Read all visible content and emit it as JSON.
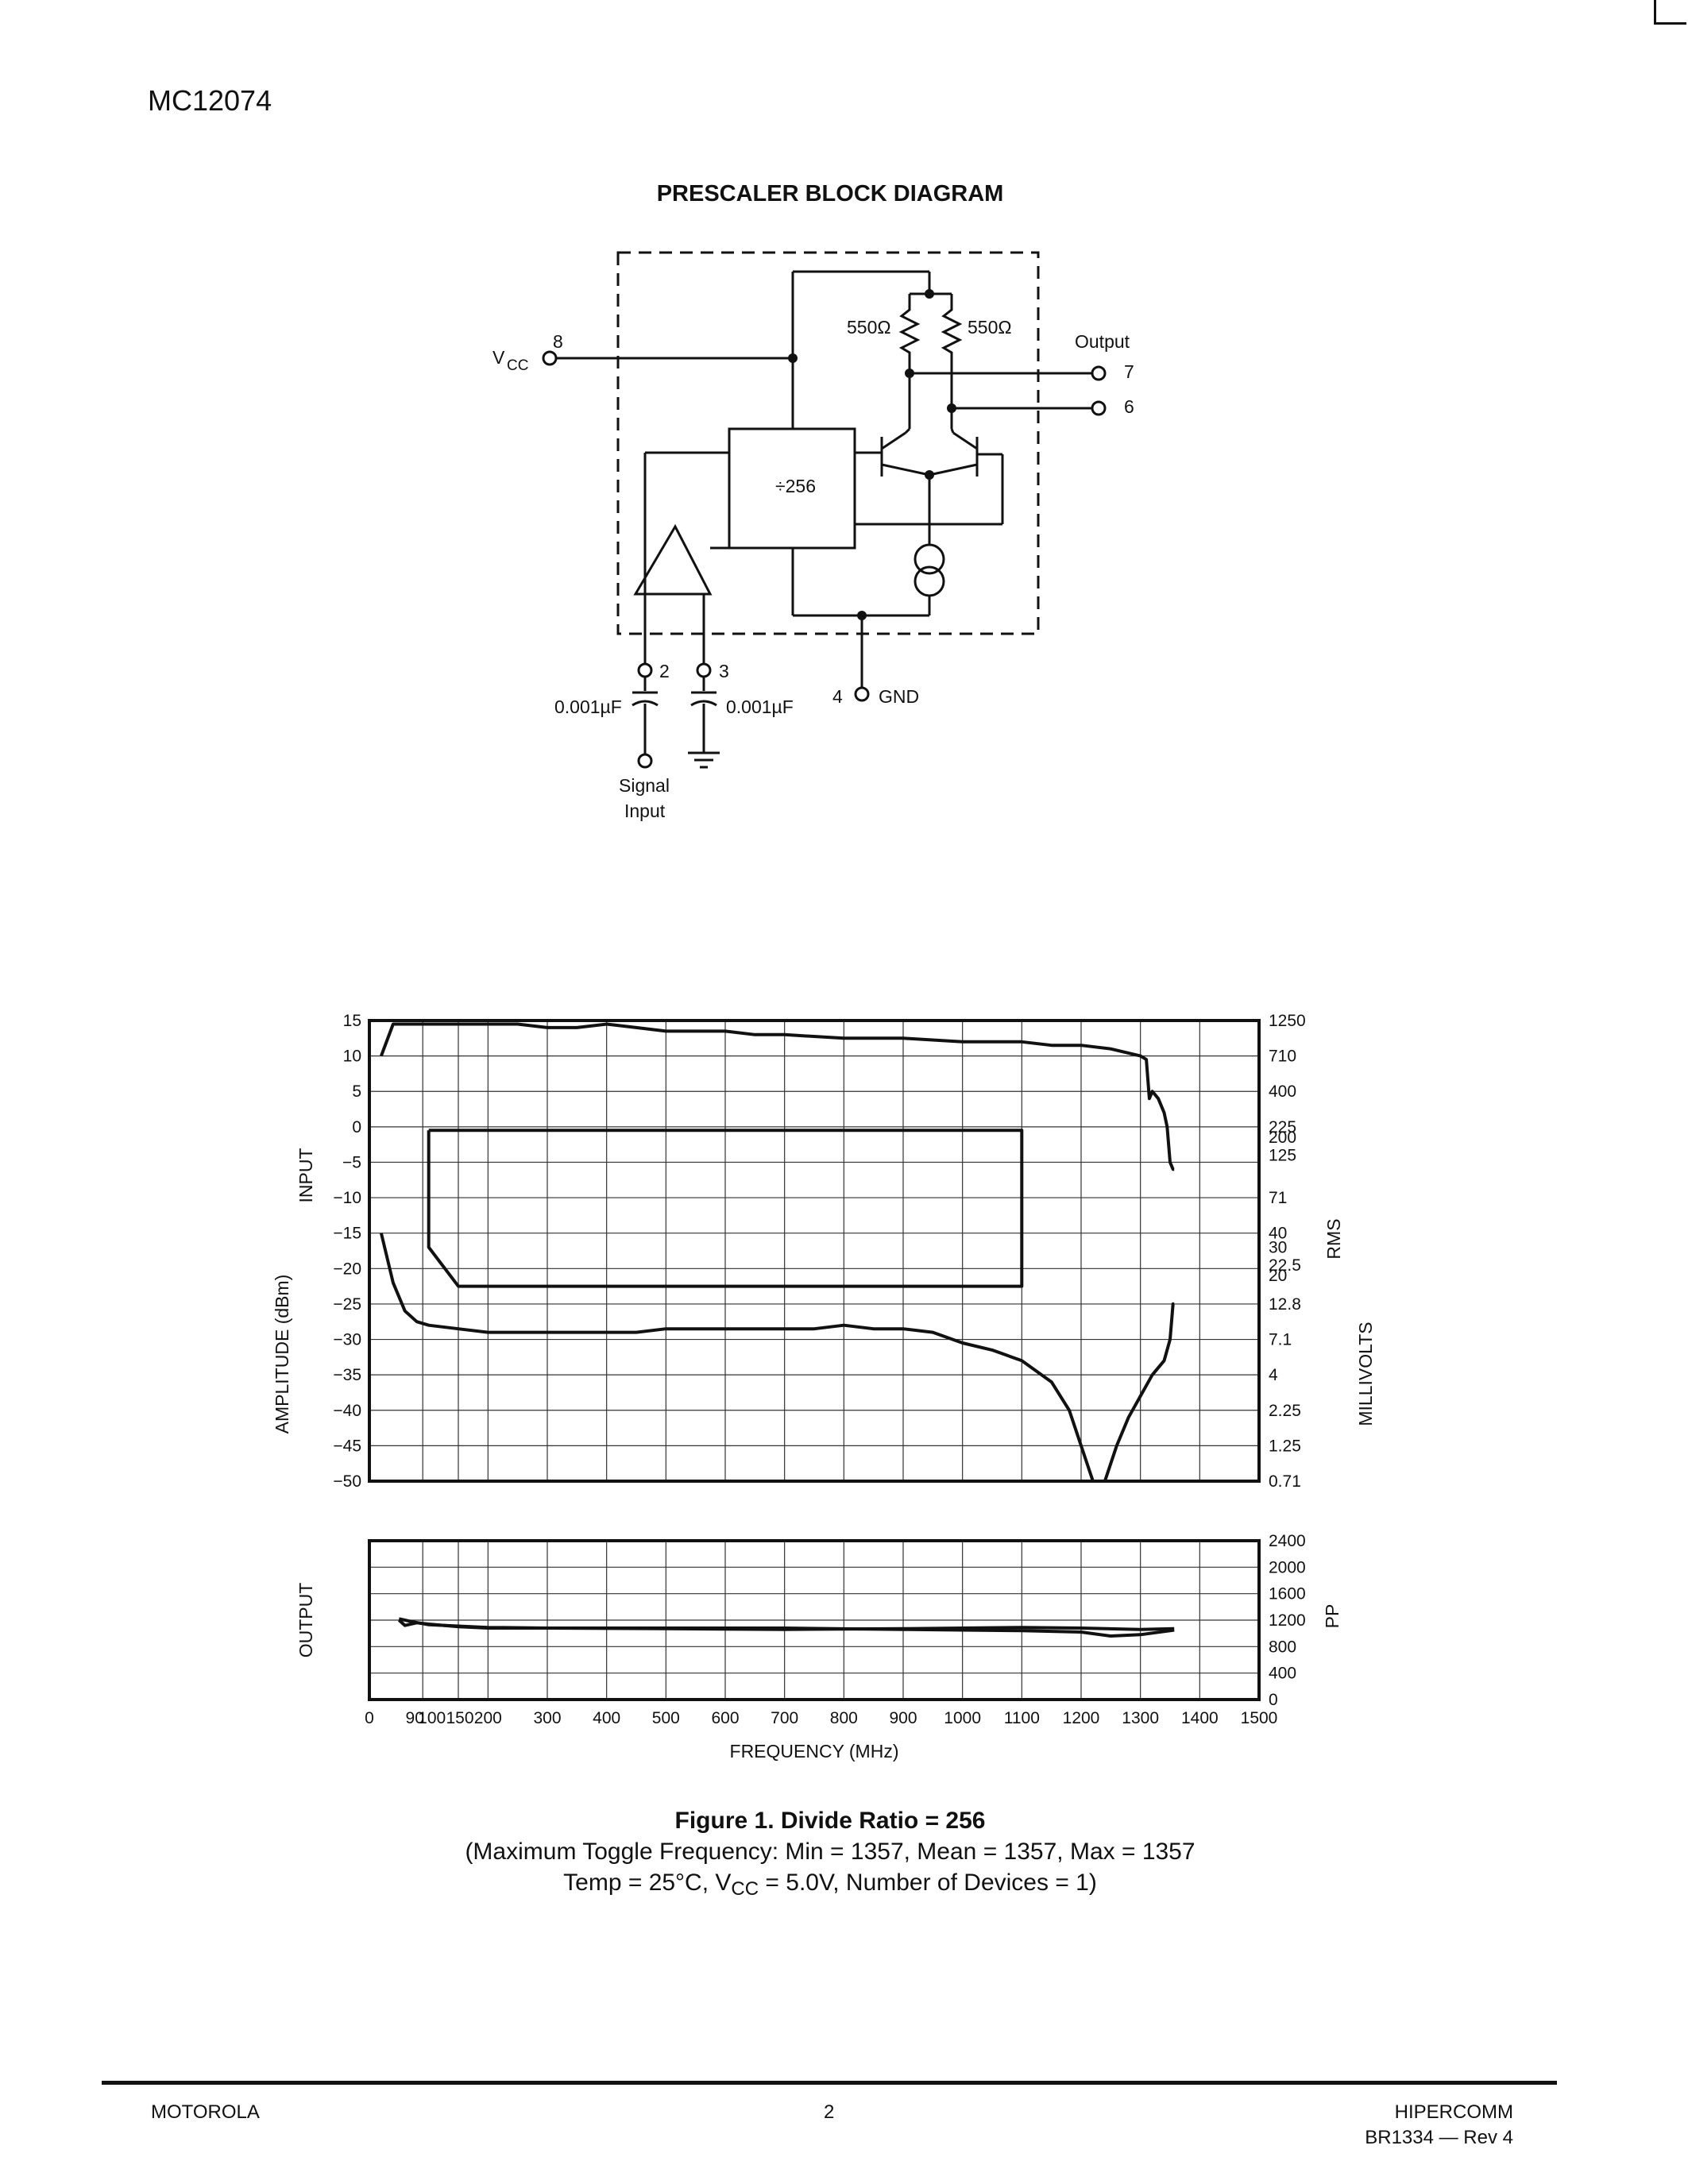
{
  "header": {
    "part_number": "MC12074"
  },
  "block_diagram": {
    "title": "PRESCALER BLOCK DIAGRAM",
    "vcc_label": "V",
    "vcc_sub": "CC",
    "pin_vcc": "8",
    "resistor_left": "550Ω",
    "resistor_right": "550Ω",
    "output_label": "Output",
    "pin_out7": "7",
    "pin_out6": "6",
    "divider_label": "÷256",
    "pin_in2": "2",
    "pin_in3": "3",
    "pin_gnd": "4",
    "gnd_label": "GND",
    "cap_left": "0.001µF",
    "cap_right": "0.001µF",
    "signal_line1": "Signal",
    "signal_line2": "Input"
  },
  "chart_data": [
    {
      "type": "line",
      "panel": "input",
      "xlim": [
        0,
        1500
      ],
      "ylim": [
        -50,
        15
      ],
      "grid": true,
      "y_ticks": [
        "15",
        "10",
        "5",
        "0",
        "−5",
        "−10",
        "−15",
        "−20",
        "−25",
        "−30",
        "−35",
        "−40",
        "−45",
        "−50"
      ],
      "y_ticks_right": [
        "1250",
        "710",
        "400",
        "225",
        "200",
        "125",
        "71",
        "40",
        "30",
        "22.5",
        "20",
        "12.8",
        "7.1",
        "4",
        "2.25",
        "1.25",
        "0.71"
      ],
      "ylabel_left_1": "INPUT",
      "ylabel_left_2": "AMPLITUDE (dBm)",
      "ylabel_right_1": "RMS",
      "ylabel_right_2": "MILLIVOLTS",
      "series": [
        {
          "role": "max_input",
          "x": [
            20,
            40,
            80,
            150,
            200,
            250,
            300,
            350,
            400,
            450,
            500,
            550,
            600,
            650,
            700,
            800,
            900,
            1000,
            1050,
            1100,
            1150,
            1200,
            1250,
            1300,
            1310,
            1315,
            1320,
            1330,
            1340,
            1345,
            1350,
            1355,
            1357
          ],
          "y": [
            10,
            14.5,
            14.5,
            14.5,
            14.5,
            14.5,
            14,
            14,
            14.5,
            14,
            13.5,
            13.5,
            13.5,
            13,
            13,
            12.5,
            12.5,
            12,
            12,
            12,
            11.5,
            11.5,
            11,
            10,
            9.5,
            4,
            5,
            4,
            2,
            0,
            -5,
            -6,
            -6
          ]
        },
        {
          "role": "min_input",
          "x": [
            20,
            40,
            60,
            80,
            100,
            150,
            200,
            250,
            300,
            350,
            400,
            450,
            500,
            550,
            600,
            650,
            700,
            750,
            800,
            850,
            900,
            950,
            1000,
            1050,
            1100,
            1150,
            1180,
            1200,
            1220,
            1240,
            1260,
            1280,
            1300,
            1320,
            1340,
            1350,
            1355,
            1357
          ],
          "y": [
            -15,
            -22,
            -26,
            -27.5,
            -28,
            -28.5,
            -29,
            -29,
            -29,
            -29,
            -29,
            -29,
            -28.5,
            -28.5,
            -28.5,
            -28.5,
            -28.5,
            -28.5,
            -28,
            -28.5,
            -28.5,
            -29,
            -30.5,
            -31.5,
            -33,
            -36,
            -40,
            -45,
            -50,
            -50,
            -45,
            -41,
            -38,
            -35,
            -33,
            -30,
            -25,
            -25
          ]
        },
        {
          "role": "test_box",
          "x": [
            100,
            1100,
            1100,
            150,
            100,
            100
          ],
          "y": [
            -0.5,
            -0.5,
            -22.5,
            -22.5,
            -17,
            -0.5
          ]
        }
      ]
    },
    {
      "type": "line",
      "panel": "output",
      "xlim": [
        0,
        1500
      ],
      "ylim": [
        0,
        2400
      ],
      "grid": true,
      "ylabel_left": "OUTPUT",
      "ylabel_right": "PP",
      "y_ticks_right": [
        "2400",
        "2000",
        "1600",
        "1200",
        "800",
        "400",
        "0"
      ],
      "x_ticks": [
        "0",
        "90",
        "100",
        "150",
        "200",
        "300",
        "400",
        "500",
        "600",
        "700",
        "800",
        "900",
        "1000",
        "1100",
        "1200",
        "1300",
        "1400",
        "1500"
      ],
      "xlabel": "FREQUENCY (MHz)",
      "series": [
        {
          "role": "output_a",
          "x": [
            50,
            60,
            80,
            100,
            150,
            200,
            300,
            500,
            700,
            900,
            1000,
            1100,
            1200,
            1250,
            1300,
            1350,
            1357
          ],
          "y": [
            1200,
            1120,
            1160,
            1140,
            1100,
            1080,
            1080,
            1080,
            1080,
            1060,
            1050,
            1040,
            1020,
            960,
            980,
            1040,
            1050
          ]
        },
        {
          "role": "output_b",
          "x": [
            50,
            70,
            100,
            150,
            200,
            300,
            500,
            700,
            900,
            1000,
            1100,
            1200,
            1300,
            1357
          ],
          "y": [
            1220,
            1180,
            1130,
            1110,
            1090,
            1080,
            1070,
            1060,
            1070,
            1080,
            1090,
            1080,
            1060,
            1070
          ]
        }
      ]
    }
  ],
  "caption": {
    "title": "Figure 1. Divide Ratio = 256",
    "line1": "(Maximum Toggle Frequency: Min = 1357, Mean = 1357, Max = 1357",
    "line2_pre": "Temp = 25°C, V",
    "line2_sub": "CC",
    "line2_post": " = 5.0V, Number of Devices = 1)"
  },
  "footer": {
    "left": "MOTOROLA",
    "center": "2",
    "right_line1": "HIPERCOMM",
    "right_line2": "BR1334 — Rev 4"
  }
}
